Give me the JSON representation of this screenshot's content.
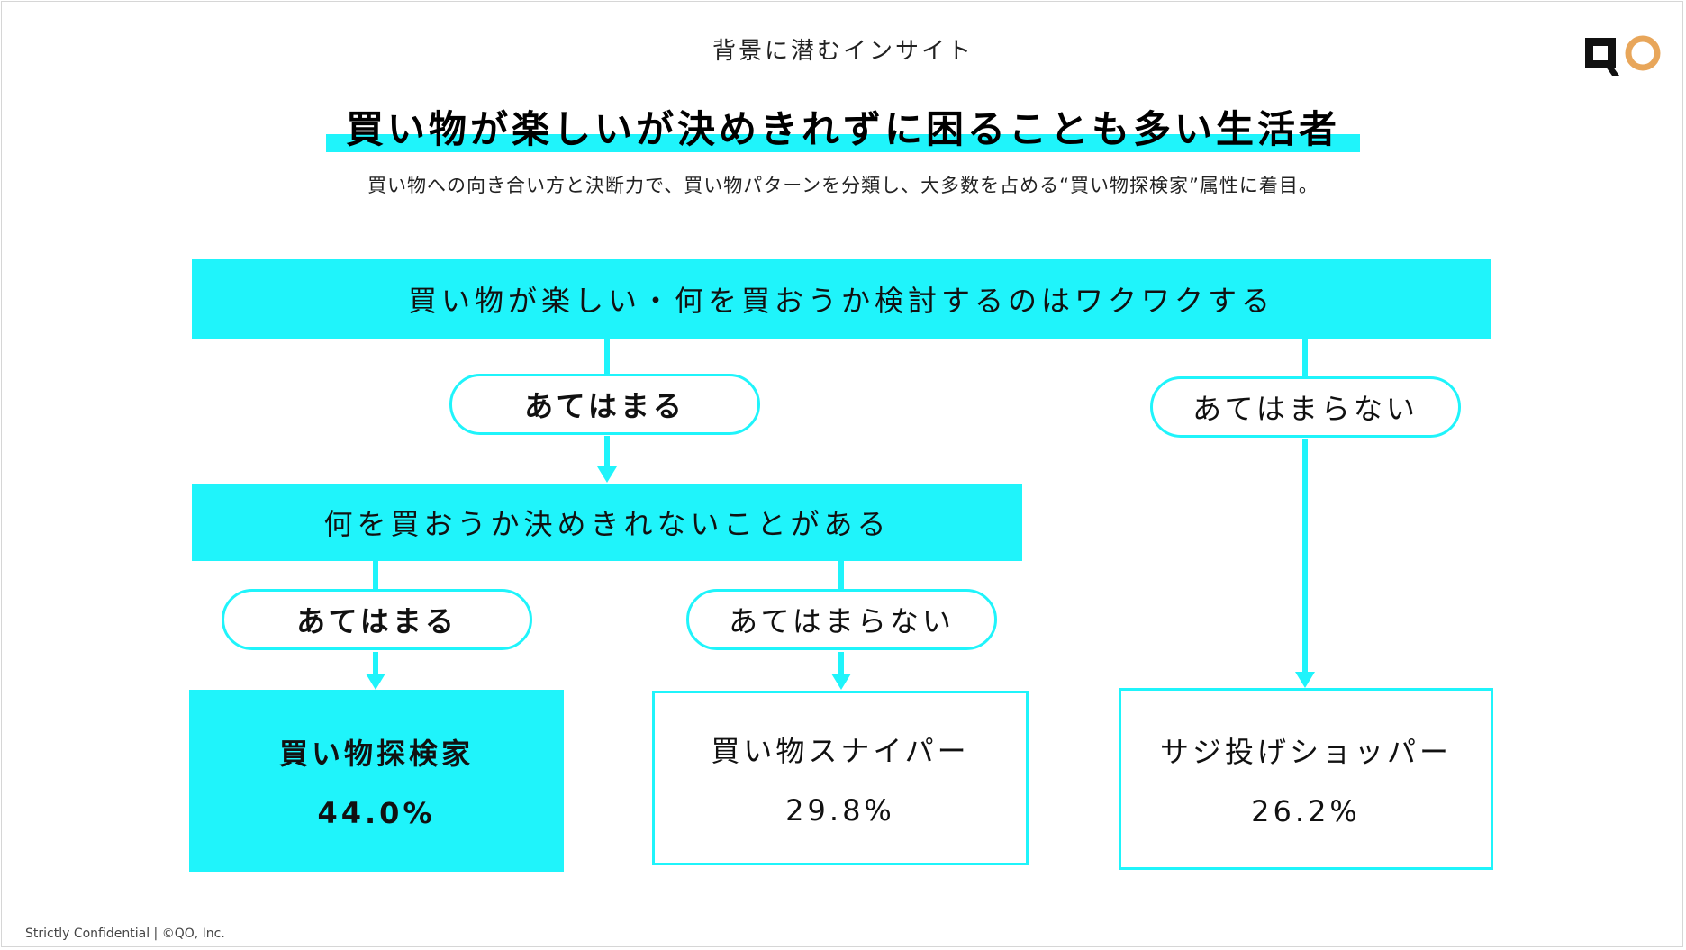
{
  "header": {
    "eyebrow": "背景に潜むインサイト",
    "title": "買い物が楽しいが決めきれずに困ることも多い生活者",
    "subtitle": "買い物への向き合い方と決断力で、買い物パターンを分類し、大多数を占める“買い物探検家”属性に着目。",
    "logo_text": "QO",
    "logo_colors": {
      "q": "#111111",
      "o": "#e8a65a"
    }
  },
  "flow": {
    "question1": "買い物が楽しい・何を買おうか検討するのはワクワクする",
    "q1_yes": "あてはまる",
    "q1_no": "あてはまらない",
    "question2": "何を買おうか決めきれないことがある",
    "q2_yes": "あてはまる",
    "q2_no": "あてはまらない",
    "results": [
      {
        "name": "買い物探検家",
        "percent": "44.0%"
      },
      {
        "name": "買い物スナイパー",
        "percent": "29.8%"
      },
      {
        "name": "サジ投げショッパー",
        "percent": "26.2%"
      }
    ]
  },
  "footer": {
    "text": "Strictly Confidential | ©QO, Inc."
  },
  "colors": {
    "accent": "#1ff4fb",
    "text": "#111111"
  }
}
